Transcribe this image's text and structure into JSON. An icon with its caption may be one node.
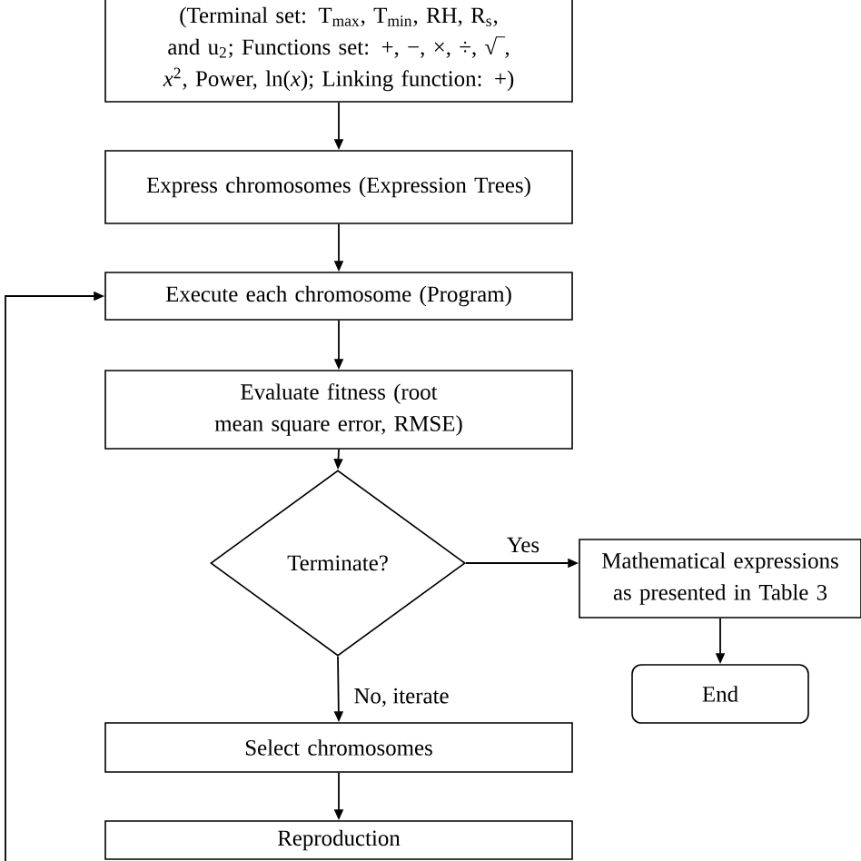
{
  "diagram": {
    "nodes": [
      {
        "text": [
          "(Terminal set: T$_{max}$, T$_{min}$, RH, R$_{s}$, and u$_{2}$; Functions set: +, −, ×, ÷, √‾, *x*$^{2}$, Power, ln(*x*); Linking function: +)"
        ]
      },
      {
        "text": [
          "Express chromosomes (Expression Trees)"
        ]
      },
      {
        "text": [
          "Execute each chromosome (Program)"
        ]
      },
      {
        "text": [
          "Evaluate fitness (root mean square error, RMSE)"
        ]
      },
      {
        "text": [
          "Terminate?"
        ]
      },
      {
        "text": [
          "Mathematical expressions as presented in Table 3"
        ]
      },
      {
        "text": [
          "End"
        ]
      },
      {
        "text": [
          "Select chromosomes"
        ]
      },
      {
        "text": [
          "Reproduction"
        ]
      }
    ],
    "edges": [
      {
        "from": 0,
        "to": 1,
        "arrow": "to"
      },
      {
        "from": 1,
        "to": 2,
        "arrow": "to"
      },
      {
        "from": 2,
        "to": 3,
        "arrow": "to"
      },
      {
        "from": 3,
        "to": 4,
        "arrow": "to"
      },
      {
        "from": 4,
        "to": 5,
        "arrow": "to",
        "label": "Yes"
      },
      {
        "from": 5,
        "to": 6,
        "arrow": "to"
      },
      {
        "from": 4,
        "to": 7,
        "arrow": "to",
        "label": "No, iterate"
      },
      {
        "from": 7,
        "to": 8,
        "arrow": "to"
      },
      {
        "from": null,
        "to": 2,
        "arrow": "to"
      }
    ]
  }
}
